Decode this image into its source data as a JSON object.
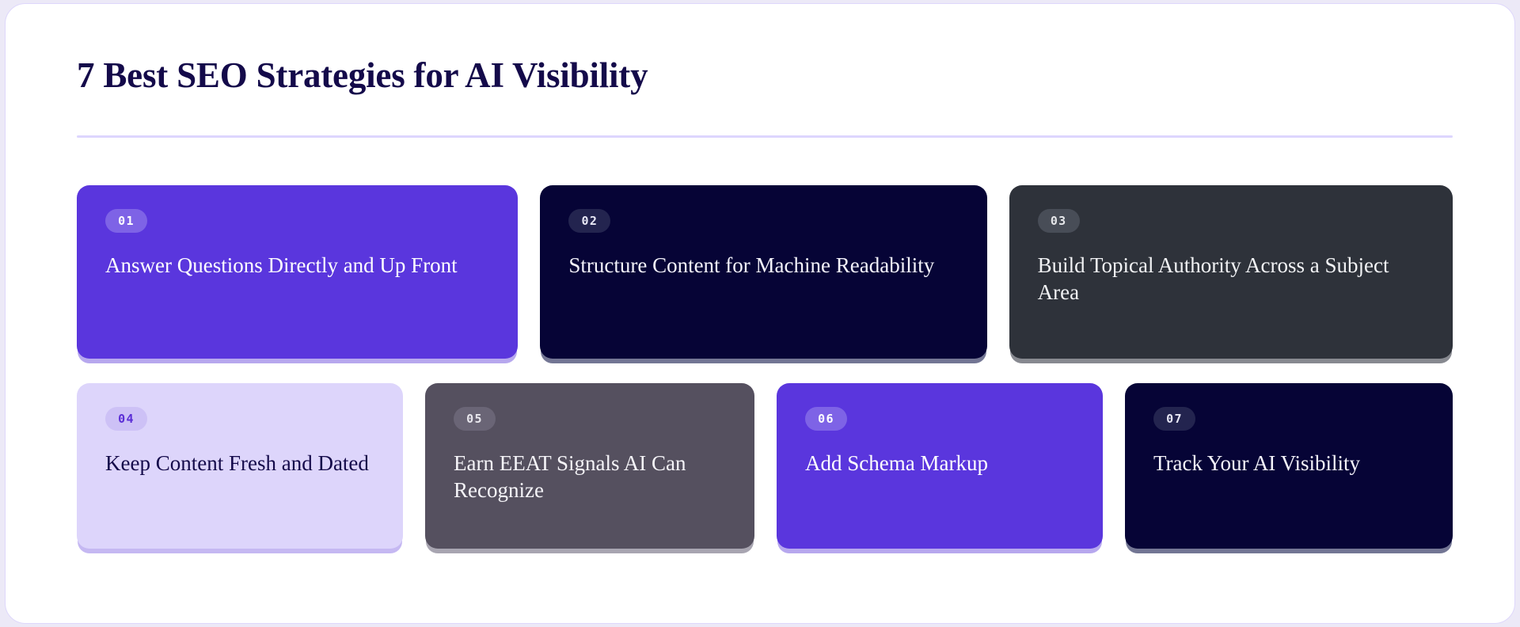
{
  "page": {
    "title": "7 Best SEO Strategies for AI Visibility",
    "background_color": "#ece9f7",
    "surface_color": "#ffffff",
    "border_color": "#ded7fb",
    "divider_color": "#ddd6fe",
    "title_color": "#140a4a"
  },
  "cards": [
    {
      "number": "01",
      "title": "Answer Questions Directly and Up Front",
      "theme": "purple",
      "background_color": "#5a36dd",
      "badge_color": "#7e63e6",
      "text_color": "#ffffff"
    },
    {
      "number": "02",
      "title": "Structure Content for Machine Readability",
      "theme": "navy",
      "background_color": "#060436",
      "badge_color": "#23244f",
      "text_color": "#f4f3fb"
    },
    {
      "number": "03",
      "title": "Build Topical Authority Across a Subject Area",
      "theme": "slate",
      "background_color": "#2e323a",
      "badge_color": "#484d57",
      "text_color": "#f2f3f5"
    },
    {
      "number": "04",
      "title": "Keep Content Fresh and Dated",
      "theme": "lavender",
      "background_color": "#ddd5fb",
      "badge_color": "#cdc1f6",
      "text_color": "#140a4a"
    },
    {
      "number": "05",
      "title": "Earn EEAT Signals AI Can Recognize",
      "theme": "mauve",
      "background_color": "#55505f",
      "badge_color": "#6a6576",
      "text_color": "#f5f4f8"
    },
    {
      "number": "06",
      "title": "Add Schema Markup",
      "theme": "purple",
      "background_color": "#5a36dd",
      "badge_color": "#7e63e6",
      "text_color": "#ffffff"
    },
    {
      "number": "07",
      "title": "Track Your AI Visibility",
      "theme": "navy",
      "background_color": "#060436",
      "badge_color": "#23244f",
      "text_color": "#f4f3fb"
    }
  ]
}
